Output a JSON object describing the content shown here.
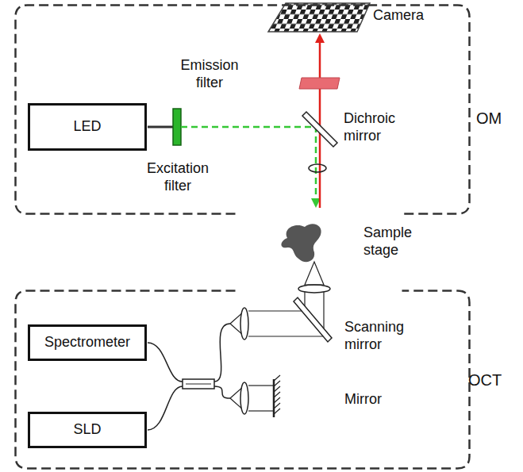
{
  "diagram": {
    "nodes": [
      {
        "text": [
          "OM"
        ]
      },
      {
        "text": [
          "LED"
        ],
        "in": 0
      },
      {
        "text": [
          "OCT"
        ]
      },
      {
        "text": [
          "Spectrometer"
        ],
        "in": 2
      },
      {
        "text": [
          "SLD"
        ],
        "in": 2
      }
    ],
    "labels": [
      "Camera",
      "Emission filter",
      "Dichroic mirror",
      "Excitation filter",
      "Sample stage",
      "Scanning mirror",
      "Mirror"
    ]
  }
}
